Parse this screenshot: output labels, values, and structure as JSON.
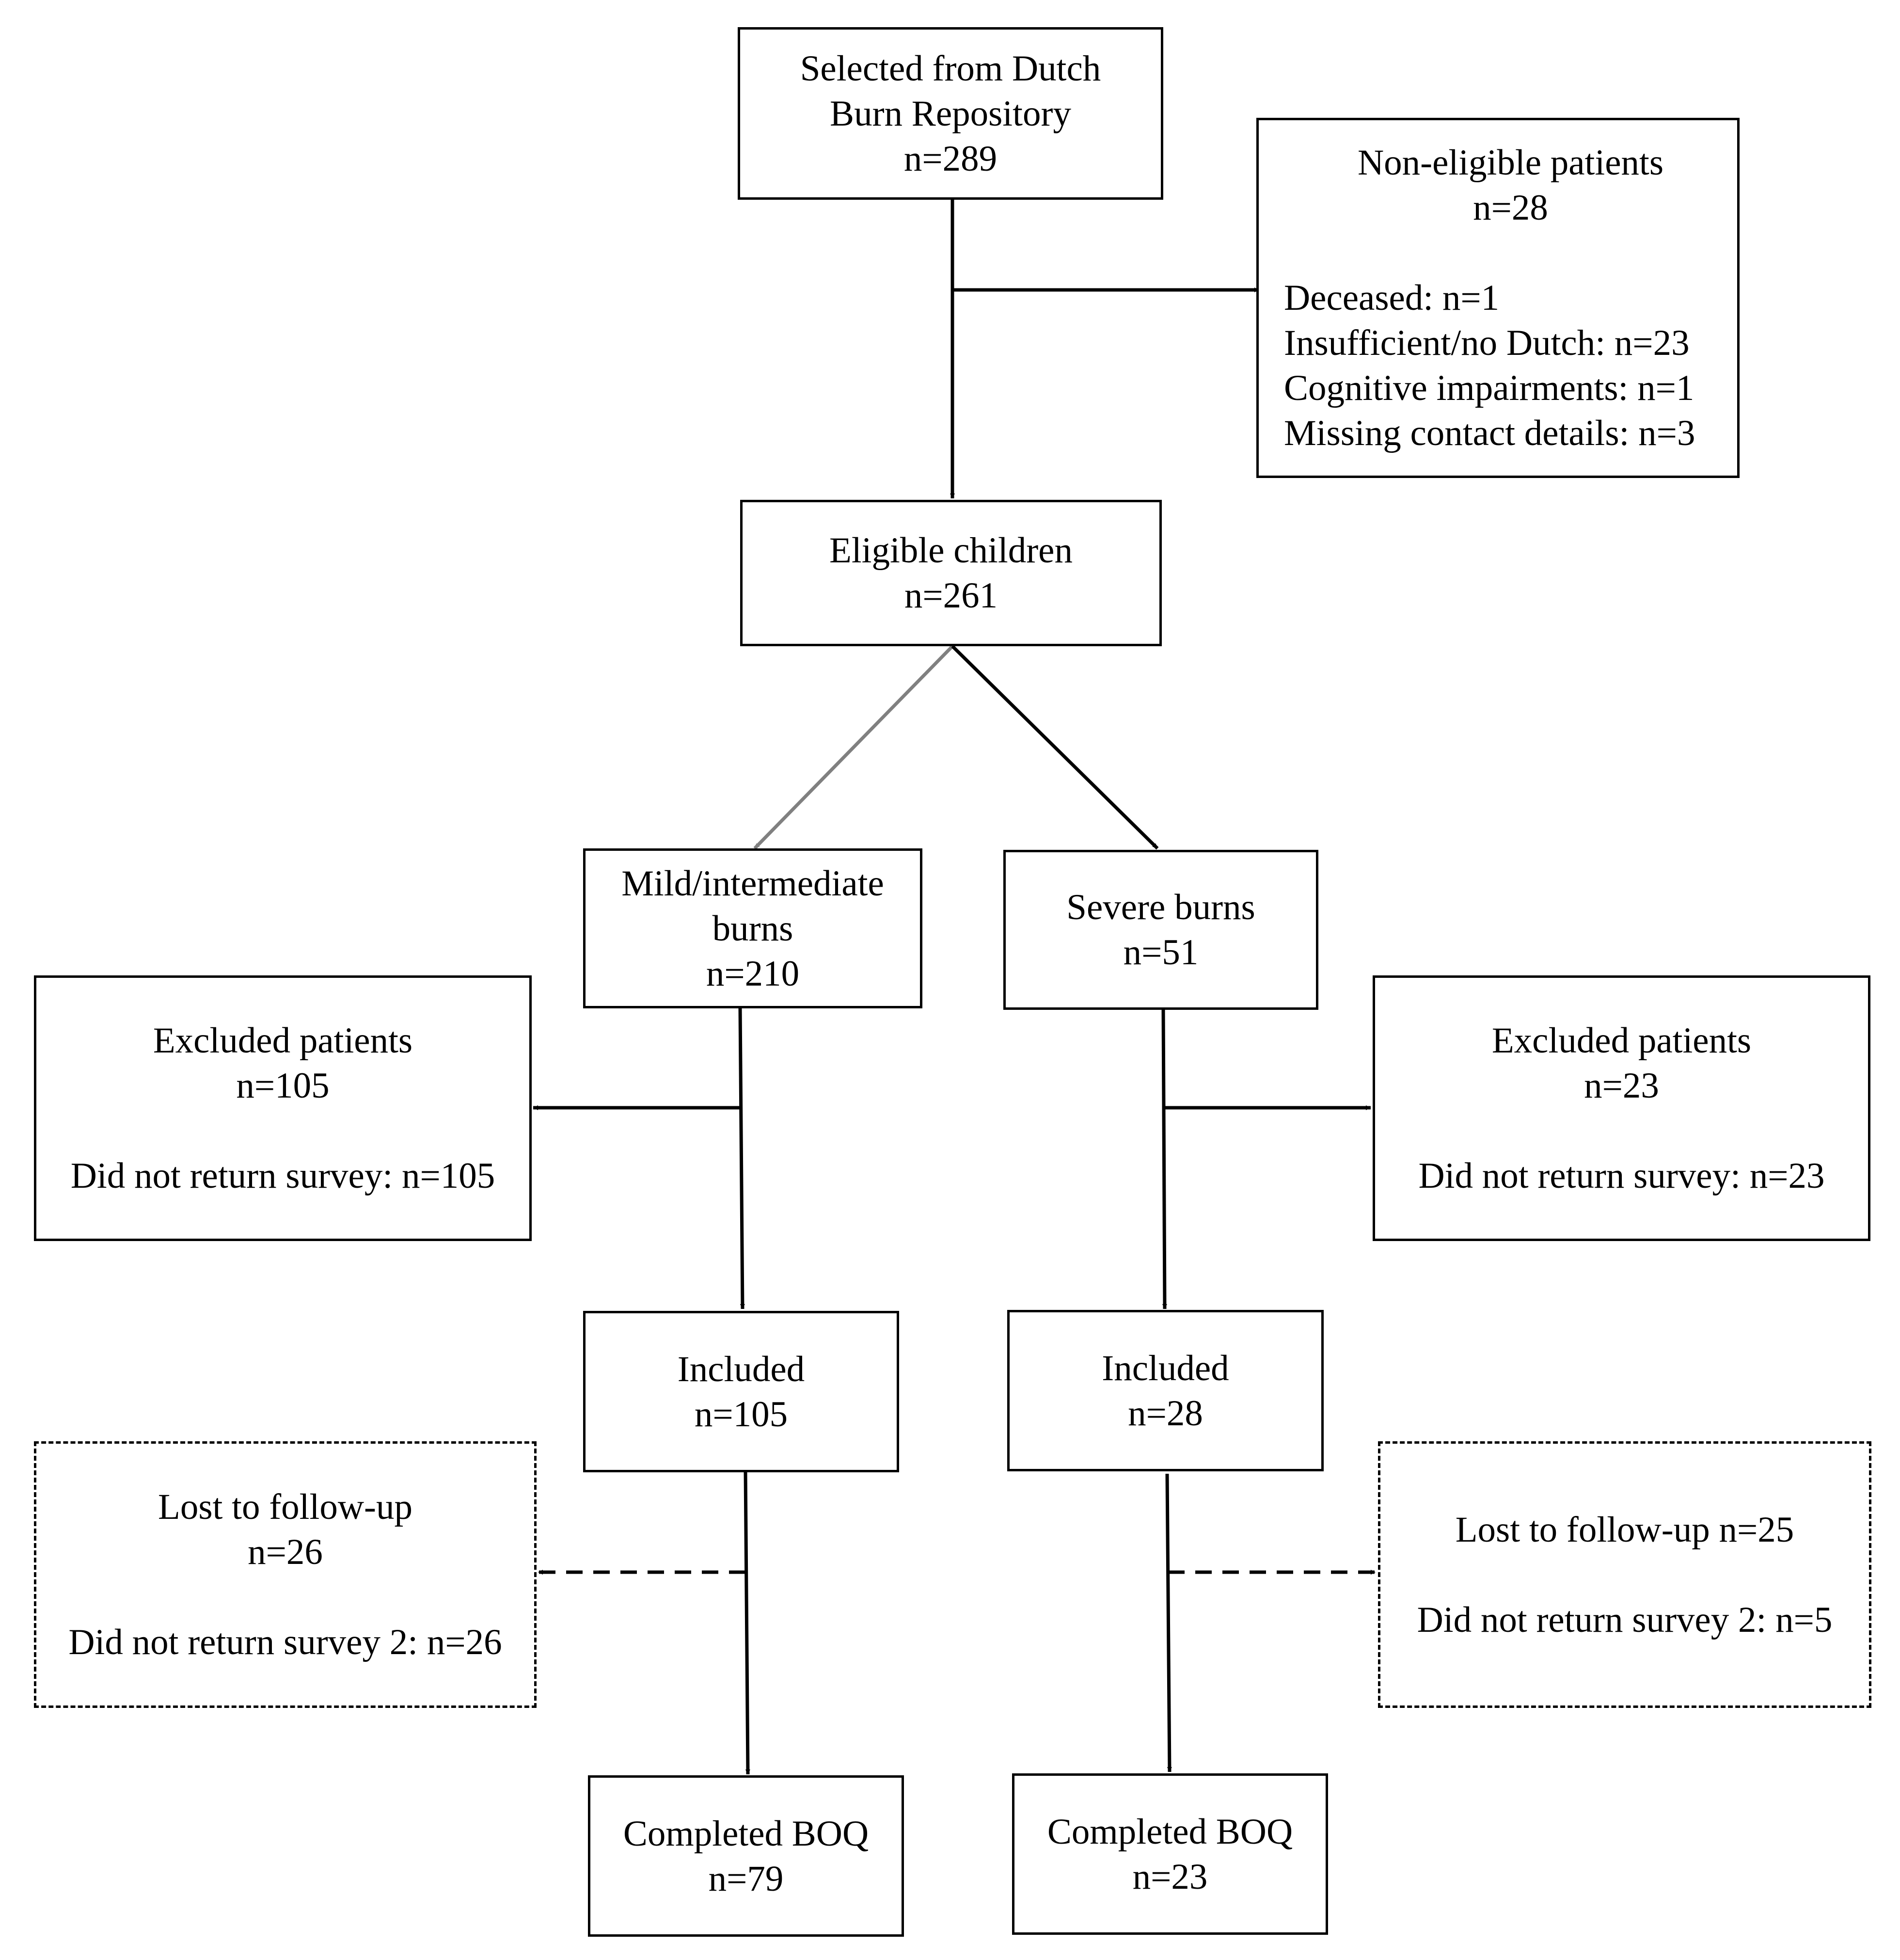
{
  "nodes": {
    "selected": {
      "lines": [
        "Selected from Dutch",
        "Burn Repository",
        "n=289"
      ]
    },
    "non_eligible": {
      "title": "Non-eligible patients",
      "count": "n=28",
      "details": [
        "Deceased: n=1",
        "Insufficient/no Dutch: n=23",
        "Cognitive impairments: n=1",
        "Missing contact details: n=3"
      ]
    },
    "eligible": {
      "lines": [
        "Eligible children",
        "n=261"
      ]
    },
    "mild": {
      "lines": [
        "Mild/intermediate",
        "burns",
        "n=210"
      ]
    },
    "severe": {
      "lines": [
        "Severe burns",
        "n=51"
      ]
    },
    "excluded_left": {
      "title": "Excluded patients",
      "count": "n=105",
      "detail": "Did not return survey: n=105"
    },
    "excluded_right": {
      "title": "Excluded patients",
      "count": "n=23",
      "detail": "Did not return survey: n=23"
    },
    "included_left": {
      "lines": [
        "Included",
        "n=105"
      ]
    },
    "included_right": {
      "lines": [
        "Included",
        "n=28"
      ]
    },
    "lost_left": {
      "title": "Lost to follow-up",
      "count": "n=26",
      "detail": "Did not return survey 2: n=26"
    },
    "lost_right": {
      "title": "Lost to follow-up n=25",
      "detail": "Did not return survey 2: n=5"
    },
    "completed_left": {
      "lines": [
        "Completed BOQ",
        "n=79"
      ]
    },
    "completed_right": {
      "lines": [
        "Completed BOQ",
        "n=23"
      ]
    }
  },
  "colors": {
    "line": "#000000",
    "grey_arrow": "#808080"
  }
}
